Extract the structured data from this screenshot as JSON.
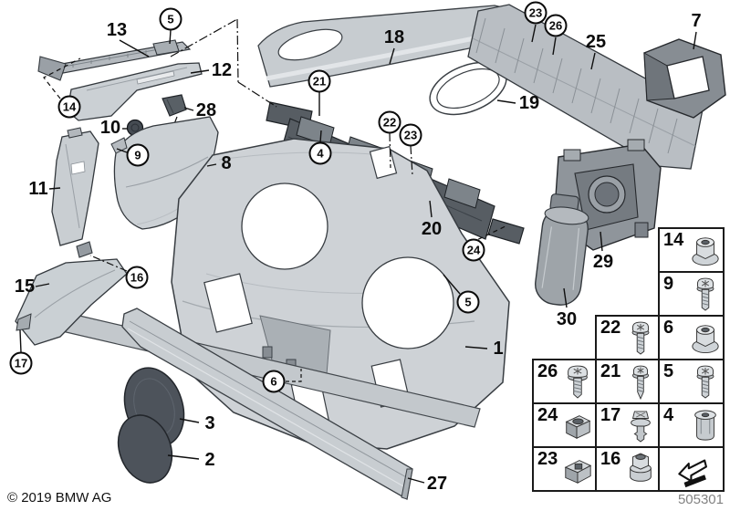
{
  "meta": {
    "copyright": "© 2019 BMW AG",
    "diagram_id": "505301"
  },
  "callouts": {
    "plain": {
      "p13": "13",
      "p12": "12",
      "p10": "10",
      "p28": "28",
      "p8": "8",
      "p11": "11",
      "p15": "15",
      "p3": "3",
      "p2": "2",
      "p18": "18",
      "p19": "19",
      "p20": "20",
      "p25": "25",
      "p7": "7",
      "p29": "29",
      "p30": "30",
      "p1": "1",
      "p27": "27"
    },
    "circled": {
      "c5a": "5",
      "c14": "14",
      "c9": "9",
      "c16": "16",
      "c17": "17",
      "c21": "21",
      "c4": "4",
      "c22": "22",
      "c23a": "23",
      "c24": "24",
      "c5b": "5",
      "c6": "6",
      "c23b": "23",
      "c26": "26"
    }
  },
  "legend": {
    "cells": [
      {
        "label": "14",
        "icon": "flange-nut"
      },
      {
        "label": "9",
        "icon": "pan-screw"
      },
      {
        "label": "22",
        "icon": "pan-screw"
      },
      {
        "label": "6",
        "icon": "flange-nut"
      },
      {
        "label": "26",
        "icon": "pan-screw-large"
      },
      {
        "label": "21",
        "icon": "pan-screw-pointed"
      },
      {
        "label": "5",
        "icon": "pan-screw"
      },
      {
        "label": "24",
        "icon": "cage-nut"
      },
      {
        "label": "17",
        "icon": "expander-rivet"
      },
      {
        "label": "4",
        "icon": "rivet-nut"
      },
      {
        "label": "23",
        "icon": "cage-nut"
      },
      {
        "label": "16",
        "icon": "plastic-nut"
      },
      {
        "label": "",
        "icon": "direction-arrow"
      }
    ]
  }
}
